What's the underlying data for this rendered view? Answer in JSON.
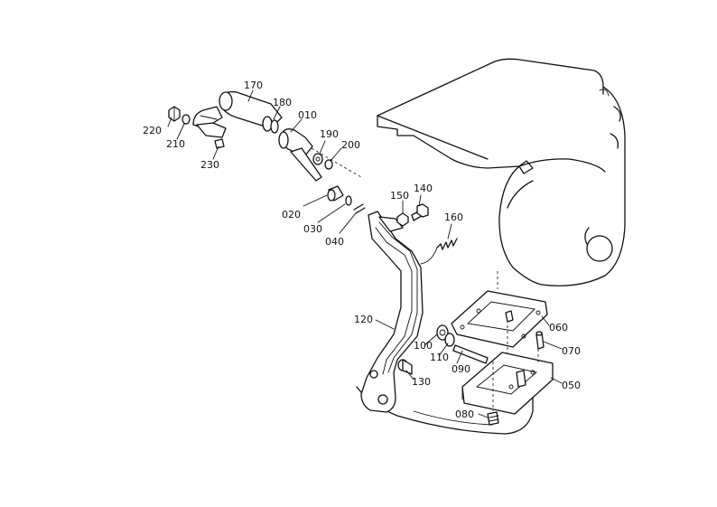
{
  "labels": {
    "p010": "010",
    "p020": "020",
    "p030": "030",
    "p040": "040",
    "p050": "050",
    "p060": "060",
    "p070": "070",
    "p080": "080",
    "p090": "090",
    "p100": "100",
    "p110": "110",
    "p120": "120",
    "p130": "130",
    "p140": "140",
    "p150": "150",
    "p160": "160",
    "p170": "170",
    "p180": "180",
    "p190": "190",
    "p200": "200",
    "p210": "210",
    "p220": "220",
    "p230": "230"
  }
}
